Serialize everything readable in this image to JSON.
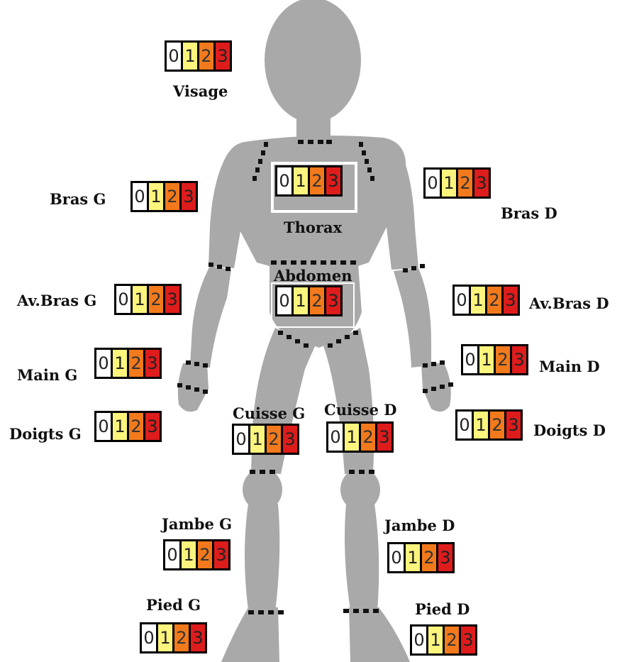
{
  "scale_levels": [
    "0",
    "1",
    "2",
    "3"
  ],
  "scale_colors": [
    "#ffffff",
    "#fbf47d",
    "#f27a1c",
    "#de1c1c"
  ],
  "body_color": "#a9a9a9",
  "regions": [
    {
      "id": "visage",
      "label": "Visage"
    },
    {
      "id": "thorax",
      "label": "Thorax"
    },
    {
      "id": "abdomen",
      "label": "Abdomen"
    },
    {
      "id": "bras-g",
      "label": "Bras G"
    },
    {
      "id": "bras-d",
      "label": "Bras D"
    },
    {
      "id": "avbras-g",
      "label": "Av.Bras G"
    },
    {
      "id": "avbras-d",
      "label": "Av.Bras D"
    },
    {
      "id": "main-g",
      "label": "Main G"
    },
    {
      "id": "main-d",
      "label": "Main D"
    },
    {
      "id": "doigts-g",
      "label": "Doigts G"
    },
    {
      "id": "doigts-d",
      "label": "Doigts D"
    },
    {
      "id": "cuisse-g",
      "label": "Cuisse G"
    },
    {
      "id": "cuisse-d",
      "label": "Cuisse D"
    },
    {
      "id": "jambe-g",
      "label": "Jambe G"
    },
    {
      "id": "jambe-d",
      "label": "Jambe D"
    },
    {
      "id": "pied-g",
      "label": "Pied G"
    },
    {
      "id": "pied-d",
      "label": "Pied D"
    }
  ]
}
